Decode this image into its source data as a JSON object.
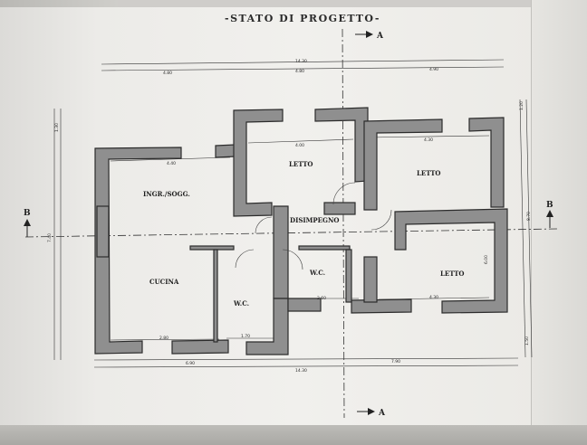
{
  "title": "-STATO DI PROGETTO-",
  "rooms": {
    "ingresso": "INGR./SOGG.",
    "cucina": "CUCINA",
    "wc_left": "W.C.",
    "wc_center": "W.C.",
    "disimpegno": "DISIMPEGNO",
    "letto_top_left": "LETTO",
    "letto_top_right": "LETTO",
    "letto_bottom_right": "LETTO"
  },
  "dims": {
    "top_total": "14.30",
    "top_left": "4.80",
    "top_mid": "4.80",
    "top_right": "4.90",
    "bottom_total": "14.30",
    "bottom_left": "6.90",
    "bottom_right": "7.90",
    "room_w_1": "4.40",
    "room_w_2": "4.00",
    "room_w_3": "4.30",
    "room_w_4": "4.30",
    "room_w_5": "2.60",
    "room_w_6": "2.80",
    "room_w_7": "1.70",
    "left_total": "7.40",
    "left_top": "1.30",
    "right_total": "8.70",
    "right_top": "1.20",
    "right_bottom": "1.50",
    "right_mid": "6.00"
  },
  "sections": {
    "a_top": "A",
    "a_bottom": "A",
    "b_left": "B",
    "b_right": "B"
  }
}
